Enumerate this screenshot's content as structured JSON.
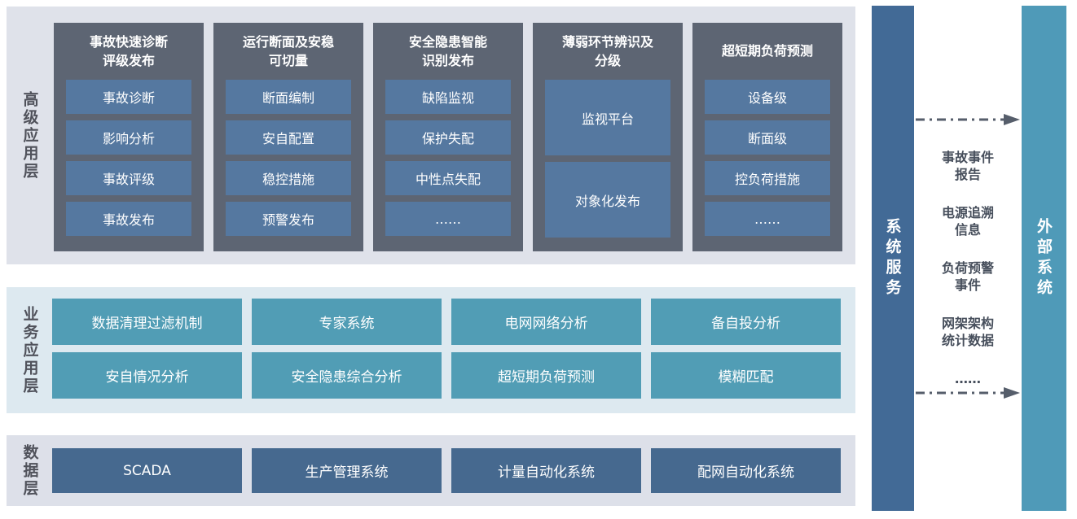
{
  "palette": {
    "page_bg": "#ffffff",
    "advanced_layer_bg": "#dfe2ea",
    "business_layer_bg": "#dde9f0",
    "data_layer_bg": "#dde0e9",
    "column_bg": "#5d6573",
    "column_button": "#5578a0",
    "business_button": "#519db5",
    "data_button": "#46698f",
    "service_bar": "#426a96",
    "external_bar": "#4f9ab8",
    "layer_label_text": "#50525b",
    "flow_text": "#474f5c",
    "arrow": "#565e6b"
  },
  "layers": {
    "advanced": {
      "label": "高级应用层",
      "columns": [
        {
          "title": "事故快速诊断\n评级发布",
          "items": [
            "事故诊断",
            "影响分析",
            "事故评级",
            "事故发布"
          ]
        },
        {
          "title": "运行断面及安稳\n可切量",
          "items": [
            "断面编制",
            "安自配置",
            "稳控措施",
            "预警发布"
          ]
        },
        {
          "title": "安全隐患智能\n识别发布",
          "items": [
            "缺陷监视",
            "保护失配",
            "中性点失配",
            "……"
          ]
        },
        {
          "title": "薄弱环节辨识及\n分级",
          "items": [
            "监视平台",
            "对象化发布"
          ]
        },
        {
          "title": "超短期负荷预测",
          "items": [
            "设备级",
            "断面级",
            "控负荷措施",
            "……"
          ]
        }
      ]
    },
    "business": {
      "label": "业务应用层",
      "row1": [
        "数据清理过滤机制",
        "专家系统",
        "电网网络分析",
        "备自投分析"
      ],
      "row2": [
        "安自情况分析",
        "安全隐患综合分析",
        "超短期负荷预测",
        "模糊匹配"
      ]
    },
    "data": {
      "label": "数据层",
      "items": [
        "SCADA",
        "生产管理系统",
        "计量自动化系统",
        "配网自动化系统"
      ]
    }
  },
  "right": {
    "service_bar_label": "系统服务",
    "external_bar_label": "外部系统",
    "flow_items": [
      "事故事件\n报告",
      "电源追溯\n信息",
      "负荷预警\n事件",
      "网架架构\n统计数据",
      "……"
    ]
  }
}
